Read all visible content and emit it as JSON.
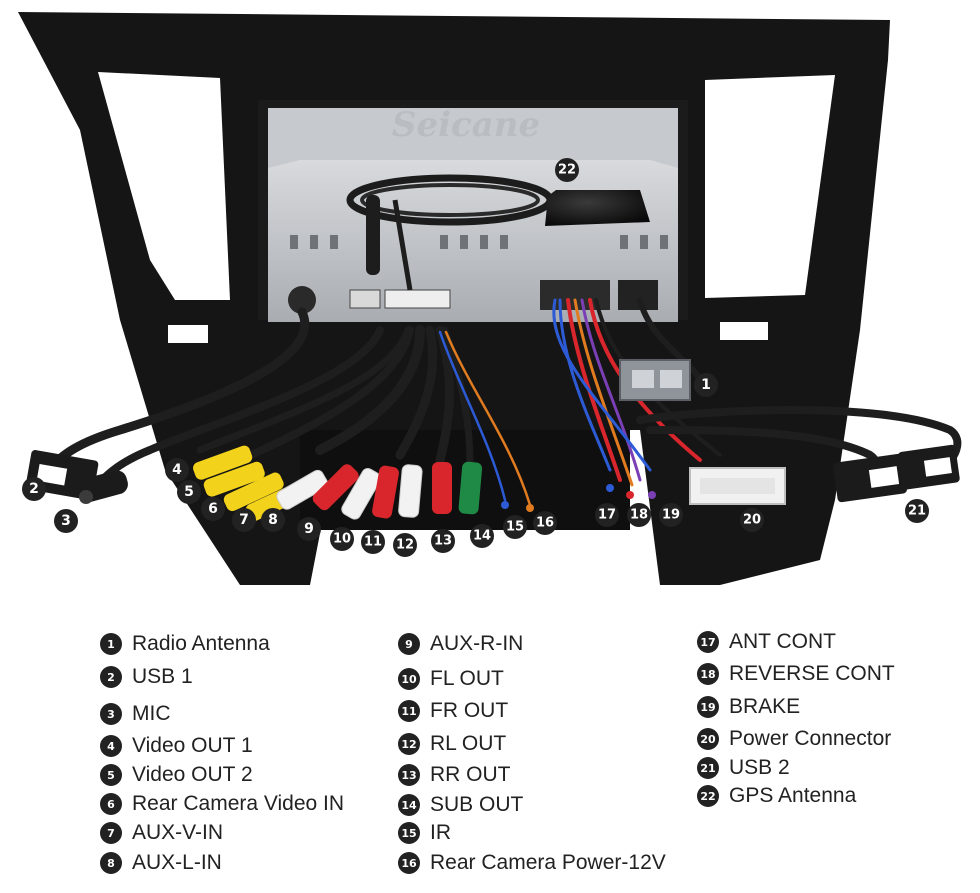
{
  "brand": {
    "watermark": "Seicane"
  },
  "markers": [
    "1",
    "2",
    "3",
    "4",
    "5",
    "6",
    "7",
    "8",
    "9",
    "10",
    "11",
    "12",
    "13",
    "14",
    "15",
    "16",
    "17",
    "18",
    "19",
    "20",
    "21",
    "22"
  ],
  "legend": {
    "col1": [
      {
        "num": "1",
        "label": "Radio Antenna"
      },
      {
        "num": "2",
        "label": "USB 1"
      },
      {
        "num": "3",
        "label": "MIC"
      },
      {
        "num": "4",
        "label": "Video OUT 1"
      },
      {
        "num": "5",
        "label": "Video OUT 2"
      },
      {
        "num": "6",
        "label": "Rear Camera Video IN"
      },
      {
        "num": "7",
        "label": "AUX-V-IN"
      },
      {
        "num": "8",
        "label": "AUX-L-IN"
      }
    ],
    "col2": [
      {
        "num": "9",
        "label": "AUX-R-IN"
      },
      {
        "num": "10",
        "label": "FL OUT"
      },
      {
        "num": "11",
        "label": "FR OUT"
      },
      {
        "num": "12",
        "label": "RL OUT"
      },
      {
        "num": "13",
        "label": "RR OUT"
      },
      {
        "num": "14",
        "label": "SUB OUT"
      },
      {
        "num": "15",
        "label": "IR"
      },
      {
        "num": "16",
        "label": "Rear Camera Power-12V"
      }
    ],
    "col3": [
      {
        "num": "17",
        "label": "ANT CONT"
      },
      {
        "num": "18",
        "label": "REVERSE CONT"
      },
      {
        "num": "19",
        "label": "BRAKE"
      },
      {
        "num": "20",
        "label": "Power Connector"
      },
      {
        "num": "21",
        "label": "USB 2"
      },
      {
        "num": "22",
        "label": "GPS Antenna"
      }
    ]
  },
  "colors": {
    "frame": "#141414",
    "chassis": "#c9ccd0",
    "cable": "#1e1e1e",
    "rca_yellow": "#f2d21a",
    "rca_red": "#d8262c",
    "rca_white": "#f2f2f2",
    "rca_green": "#1e8a45",
    "wire_blue": "#2d5bd6",
    "wire_orange": "#e07b20",
    "wire_purple": "#7b3fb5",
    "marker": "#222222"
  }
}
